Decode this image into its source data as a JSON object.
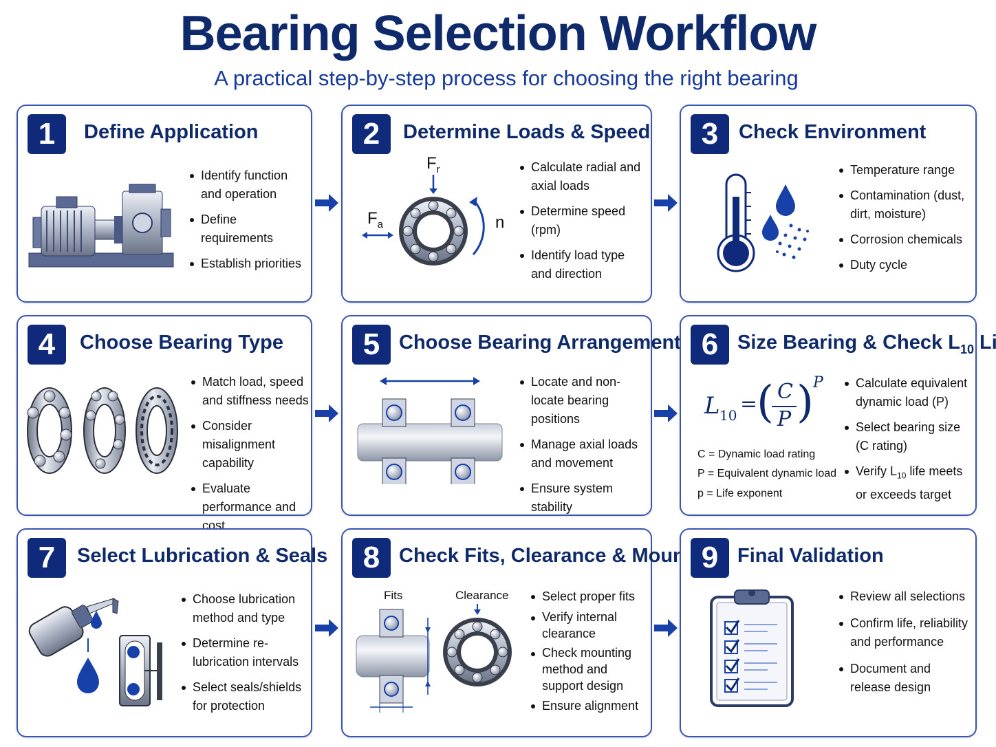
{
  "title": "Bearing Selection Workflow",
  "subtitle": "A practical step-by-step process for choosing the right bearing",
  "steps": [
    {
      "num": "1",
      "title": "Define Application",
      "bullets": [
        "Identify function and operation",
        "Define requirements",
        "Establish priorities"
      ]
    },
    {
      "num": "2",
      "title": "Determine Loads & Speed",
      "bullets": [
        "Calculate radial and axial loads",
        "Determine speed (rpm)",
        "Identify load type and direction"
      ],
      "labels": {
        "fr": "F",
        "fr_sub": "r",
        "fa": "F",
        "fa_sub": "a",
        "n": "n"
      }
    },
    {
      "num": "3",
      "title": "Check Environment",
      "bullets": [
        "Temperature range",
        "Contamination (dust, dirt, moisture)",
        "Corrosion chemicals",
        "Duty cycle"
      ]
    },
    {
      "num": "4",
      "title": "Choose Bearing Type",
      "bullets": [
        "Match load, speed and stiffness needs",
        "Consider misalignment capability",
        "Evaluate performance and cost"
      ]
    },
    {
      "num": "5",
      "title": "Choose Bearing Arrangement",
      "bullets": [
        "Locate and non-locate bearing positions",
        "Manage axial loads and movement",
        "Ensure system stability"
      ]
    },
    {
      "num": "6",
      "title_pre": "Size Bearing & Check L",
      "title_sub": "10",
      "title_post": " Life",
      "bullets": [
        "Calculate equivalent dynamic load (P)",
        "Select bearing size (C rating)"
      ],
      "bullet3_pre": "Verify L",
      "bullet3_sub": "10",
      "bullet3_post": " life meets or exceeds target",
      "equation": {
        "lhs": "L",
        "lhs_sub": "10",
        "eq": "=",
        "num": "C",
        "den": "P",
        "exp": "P"
      },
      "legend": [
        "C = Dynamic load rating",
        "P = Equivalent dynamic load",
        "p = Life exponent"
      ]
    },
    {
      "num": "7",
      "title": "Select Lubrication & Seals",
      "bullets": [
        "Choose lubrication method and type",
        "Determine re-lubrication intervals",
        "Select seals/shields for protection"
      ]
    },
    {
      "num": "8",
      "title": "Check Fits, Clearance & Mounting",
      "bullets": [
        "Select proper fits",
        "Verify internal clearance",
        "Check mounting method and support design",
        "Ensure alignment"
      ],
      "labels": {
        "fits": "Fits",
        "clearance": "Clearance"
      }
    },
    {
      "num": "9",
      "title": "Final Validation",
      "bullets": [
        "Review all selections",
        "Confirm life, reliability and performance",
        "Document and release design"
      ]
    }
  ],
  "colors": {
    "navy": "#0f2a6b",
    "accent": "#0f2a7a",
    "border": "#3a56b0",
    "arrow": "#1740a8"
  }
}
